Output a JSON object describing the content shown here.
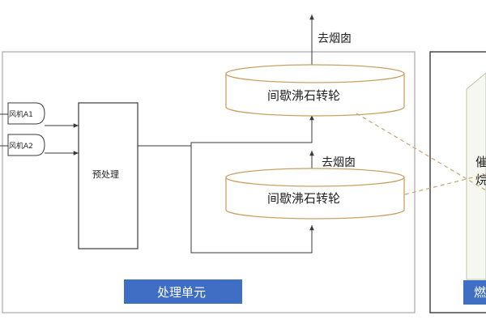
{
  "diagram": {
    "fans": [
      "风机A1",
      "风机A2"
    ],
    "pretreatment_label": "预处理",
    "rotors": [
      {
        "label": "间歇沸石转轮",
        "exhaust_label": "去烟囱"
      },
      {
        "label": "间歇沸石转轮",
        "exhaust_label": "去烟囱"
      }
    ],
    "processing_unit_label": "处理单元",
    "cut_off_side_labels": [
      "催",
      "烷"
    ],
    "cut_off_bottom_label": "燃",
    "colors": {
      "line": "#3a3a3a",
      "box_border": "#9a9a9a",
      "rotor_border": "#c9a063",
      "dashed": "#c0a870",
      "label_bg": "#3f6fc4",
      "label_text": "#ffffff"
    }
  }
}
